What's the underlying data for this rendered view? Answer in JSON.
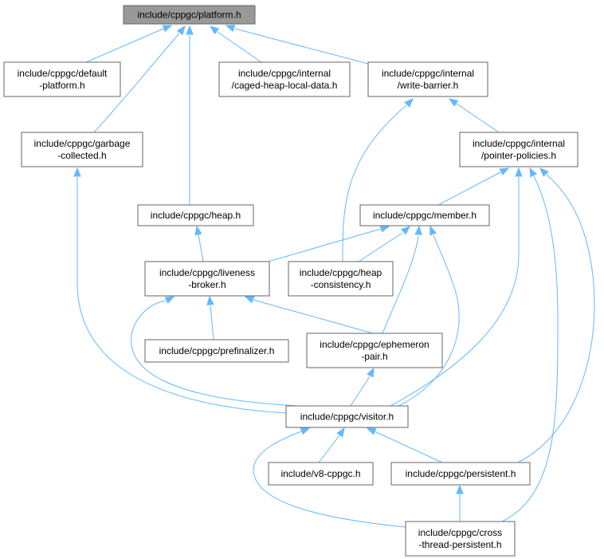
{
  "diagram": {
    "root": "include/cppgc/platform.h",
    "colors": {
      "edge": "#63b8ff",
      "root_fill": "#999999",
      "node_border": "#666666"
    },
    "nodes": [
      {
        "id": "platform",
        "lines": [
          "include/cppgc/platform.h"
        ],
        "root": true
      },
      {
        "id": "default_platform",
        "lines": [
          "include/cppgc/default",
          "-platform.h"
        ]
      },
      {
        "id": "caged_heap",
        "lines": [
          "include/cppgc/internal",
          "/caged-heap-local-data.h"
        ]
      },
      {
        "id": "write_barrier",
        "lines": [
          "include/cppgc/internal",
          "/write-barrier.h"
        ]
      },
      {
        "id": "garbage_collected",
        "lines": [
          "include/cppgc/garbage",
          "-collected.h"
        ]
      },
      {
        "id": "pointer_policies",
        "lines": [
          "include/cppgc/internal",
          "/pointer-policies.h"
        ]
      },
      {
        "id": "heap",
        "lines": [
          "include/cppgc/heap.h"
        ]
      },
      {
        "id": "member",
        "lines": [
          "include/cppgc/member.h"
        ]
      },
      {
        "id": "liveness_broker",
        "lines": [
          "include/cppgc/liveness",
          "-broker.h"
        ]
      },
      {
        "id": "heap_consistency",
        "lines": [
          "include/cppgc/heap",
          "-consistency.h"
        ]
      },
      {
        "id": "prefinalizer",
        "lines": [
          "include/cppgc/prefinalizer.h"
        ]
      },
      {
        "id": "ephemeron_pair",
        "lines": [
          "include/cppgc/ephemeron",
          "-pair.h"
        ]
      },
      {
        "id": "visitor",
        "lines": [
          "include/cppgc/visitor.h"
        ]
      },
      {
        "id": "v8_cppgc",
        "lines": [
          "include/v8-cppgc.h"
        ]
      },
      {
        "id": "persistent",
        "lines": [
          "include/cppgc/persistent.h"
        ]
      },
      {
        "id": "cross_thread_persistent",
        "lines": [
          "include/cppgc/cross",
          "-thread-persistent.h"
        ]
      }
    ],
    "edges": [
      {
        "from": "default_platform",
        "to": "platform"
      },
      {
        "from": "caged_heap",
        "to": "platform"
      },
      {
        "from": "write_barrier",
        "to": "platform"
      },
      {
        "from": "garbage_collected",
        "to": "platform"
      },
      {
        "from": "heap",
        "to": "platform"
      },
      {
        "from": "heap_consistency",
        "to": "write_barrier"
      },
      {
        "from": "pointer_policies",
        "to": "write_barrier"
      },
      {
        "from": "member",
        "to": "pointer_policies"
      },
      {
        "from": "visitor",
        "to": "pointer_policies"
      },
      {
        "from": "cross_thread_persistent",
        "to": "pointer_policies"
      },
      {
        "from": "persistent",
        "to": "pointer_policies"
      },
      {
        "from": "visitor",
        "to": "garbage_collected"
      },
      {
        "from": "liveness_broker",
        "to": "heap"
      },
      {
        "from": "liveness_broker",
        "to": "member"
      },
      {
        "from": "heap_consistency",
        "to": "member"
      },
      {
        "from": "ephemeron_pair",
        "to": "member"
      },
      {
        "from": "visitor",
        "to": "member"
      },
      {
        "from": "prefinalizer",
        "to": "liveness_broker"
      },
      {
        "from": "ephemeron_pair",
        "to": "liveness_broker"
      },
      {
        "from": "visitor",
        "to": "liveness_broker"
      },
      {
        "from": "visitor",
        "to": "ephemeron_pair"
      },
      {
        "from": "v8_cppgc",
        "to": "visitor"
      },
      {
        "from": "persistent",
        "to": "visitor"
      },
      {
        "from": "cross_thread_persistent",
        "to": "visitor"
      },
      {
        "from": "cross_thread_persistent",
        "to": "persistent"
      }
    ]
  }
}
